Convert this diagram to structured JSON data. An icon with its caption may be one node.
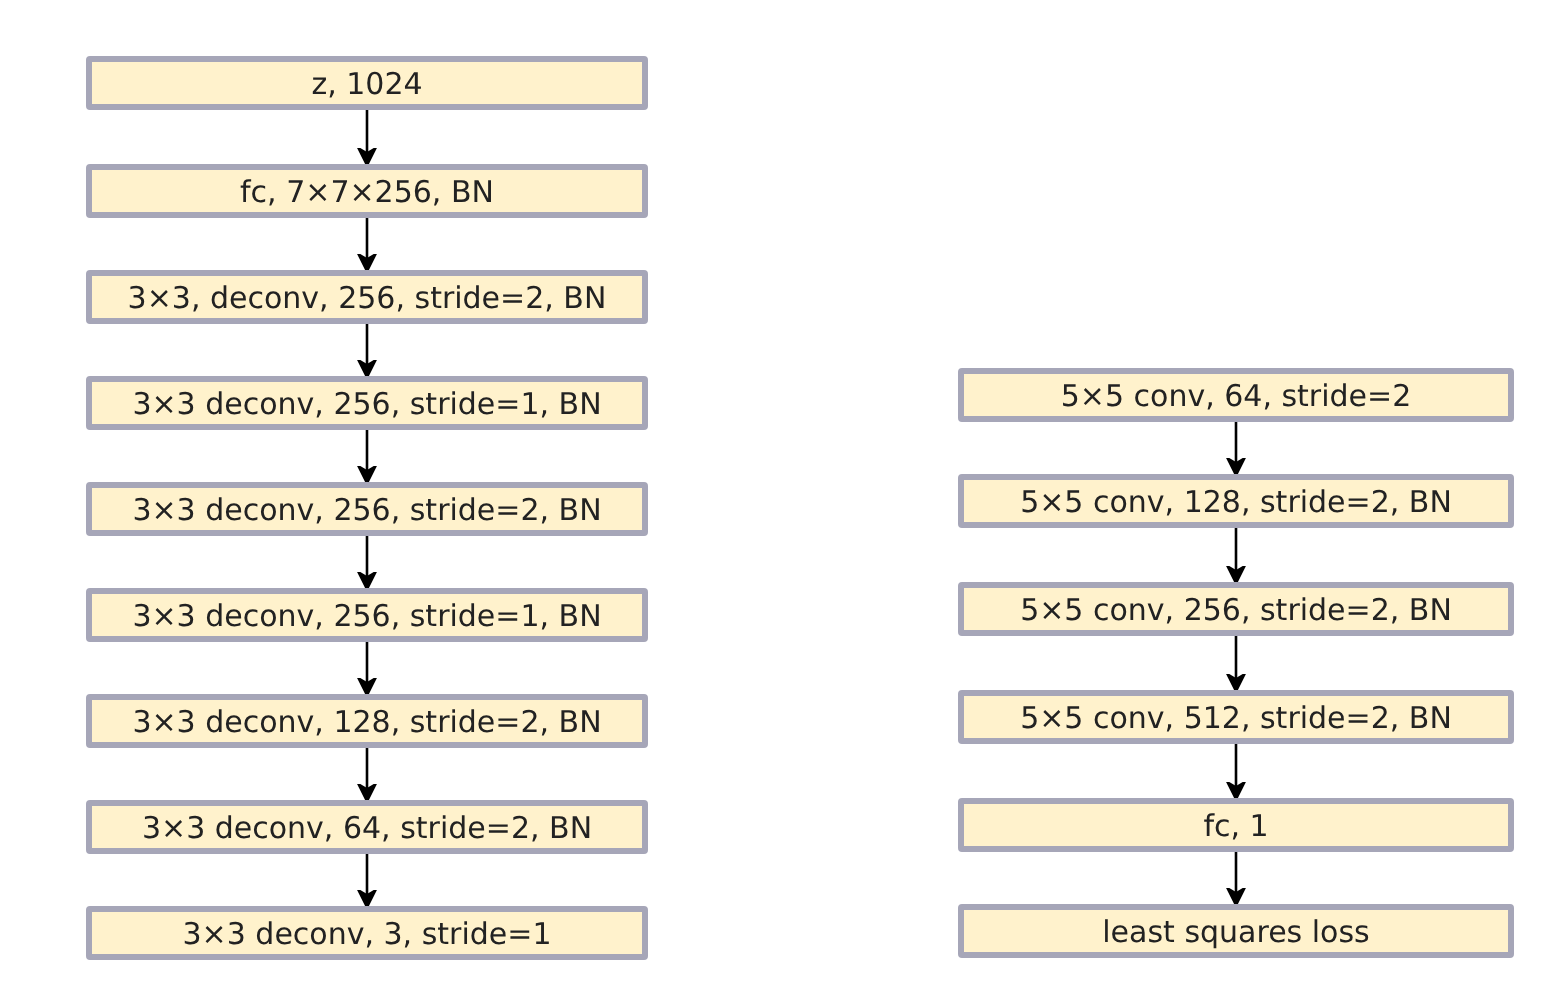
{
  "diagram": {
    "nodes": [
      {
        "text": [
          "z, 1024"
        ]
      },
      {
        "text": [
          "fc, 7×7×256, BN"
        ]
      },
      {
        "text": [
          "3×3, deconv, 256, stride=2, BN"
        ]
      },
      {
        "text": [
          "3×3 deconv, 256, stride=1, BN"
        ]
      },
      {
        "text": [
          "3×3 deconv, 256, stride=2, BN"
        ]
      },
      {
        "text": [
          "3×3 deconv, 256, stride=1, BN"
        ]
      },
      {
        "text": [
          "3×3 deconv, 128, stride=2, BN"
        ]
      },
      {
        "text": [
          "3×3 deconv, 64, stride=2, BN"
        ]
      },
      {
        "text": [
          "3×3 deconv, 3, stride=1"
        ]
      },
      {
        "text": [
          "5×5 conv, 64, stride=2"
        ]
      },
      {
        "text": [
          "5×5 conv, 128, stride=2, BN"
        ]
      },
      {
        "text": [
          "5×5 conv, 256, stride=2, BN"
        ]
      },
      {
        "text": [
          "5×5 conv, 512, stride=2, BN"
        ]
      },
      {
        "text": [
          "fc, 1"
        ]
      },
      {
        "text": [
          "least squares loss"
        ]
      }
    ],
    "edges": [
      {
        "from": 0,
        "to": 1,
        "arrow": "to"
      },
      {
        "from": 1,
        "to": 2,
        "arrow": "to"
      },
      {
        "from": 2,
        "to": 3,
        "arrow": "to"
      },
      {
        "from": 3,
        "to": 4,
        "arrow": "to"
      },
      {
        "from": 4,
        "to": 5,
        "arrow": "to"
      },
      {
        "from": 5,
        "to": 6,
        "arrow": "to"
      },
      {
        "from": 6,
        "to": 7,
        "arrow": "to"
      },
      {
        "from": 7,
        "to": 8,
        "arrow": "to"
      },
      {
        "from": 9,
        "to": 10,
        "arrow": "to"
      },
      {
        "from": 10,
        "to": 11,
        "arrow": "to"
      },
      {
        "from": 11,
        "to": 12,
        "arrow": "to"
      },
      {
        "from": 12,
        "to": 13,
        "arrow": "to"
      },
      {
        "from": 13,
        "to": 14,
        "arrow": "to"
      }
    ]
  }
}
